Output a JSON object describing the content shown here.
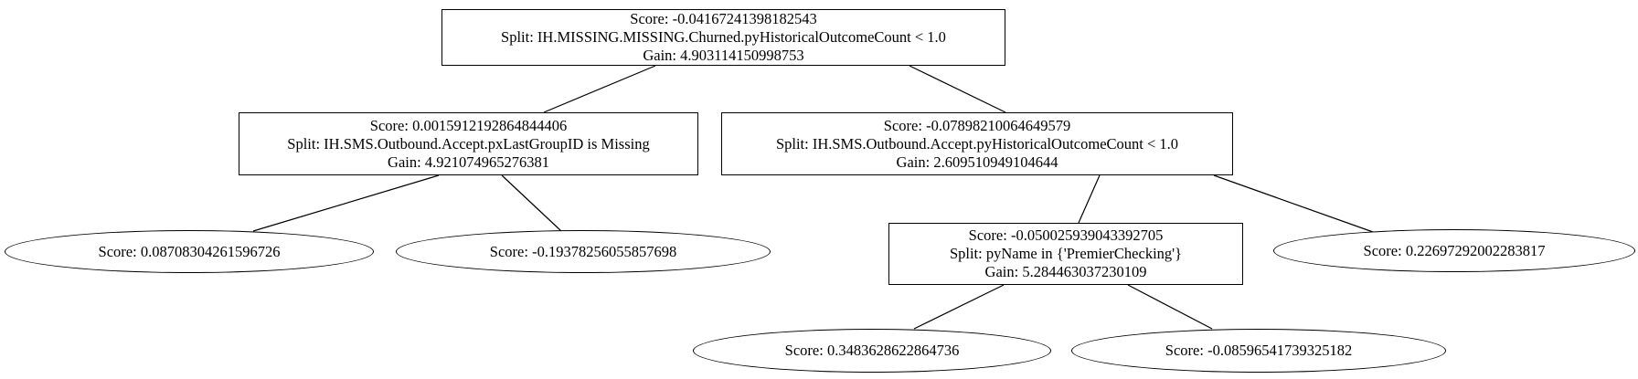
{
  "diagram": {
    "type": "decision-tree",
    "background_color": "#ffffff",
    "stroke_color": "#000000",
    "nodes": {
      "root": {
        "shape": "box",
        "lines": [
          "Score: -0.04167241398182543",
          "Split: IH.MISSING.MISSING.Churned.pyHistoricalOutcomeCount < 1.0",
          "Gain: 4.903114150998753"
        ]
      },
      "l": {
        "shape": "box",
        "lines": [
          "Score: 0.0015912192864844406",
          "Split: IH.SMS.Outbound.Accept.pxLastGroupID is Missing",
          "Gain: 4.921074965276381"
        ]
      },
      "r": {
        "shape": "box",
        "lines": [
          "Score: -0.07898210064649579",
          "Split: IH.SMS.Outbound.Accept.pyHistoricalOutcomeCount < 1.0",
          "Gain: 2.609510949104644"
        ]
      },
      "ll": {
        "shape": "ellipse",
        "lines": [
          "Score: 0.08708304261596726"
        ]
      },
      "lr": {
        "shape": "ellipse",
        "lines": [
          "Score: -0.19378256055857698"
        ]
      },
      "rl": {
        "shape": "box",
        "lines": [
          "Score: -0.050025939043392705",
          "Split: pyName in {'PremierChecking'}",
          "Gain: 5.284463037230109"
        ]
      },
      "rr": {
        "shape": "ellipse",
        "lines": [
          "Score: 0.22697292002283817"
        ]
      },
      "rll": {
        "shape": "ellipse",
        "lines": [
          "Score: 0.3483628622864736"
        ]
      },
      "rlr": {
        "shape": "ellipse",
        "lines": [
          "Score: -0.08596541739325182"
        ]
      }
    },
    "edges": [
      {
        "from": "root",
        "to": "l"
      },
      {
        "from": "root",
        "to": "r"
      },
      {
        "from": "l",
        "to": "ll"
      },
      {
        "from": "l",
        "to": "lr"
      },
      {
        "from": "r",
        "to": "rl"
      },
      {
        "from": "r",
        "to": "rr"
      },
      {
        "from": "rl",
        "to": "rll"
      },
      {
        "from": "rl",
        "to": "rlr"
      }
    ]
  }
}
